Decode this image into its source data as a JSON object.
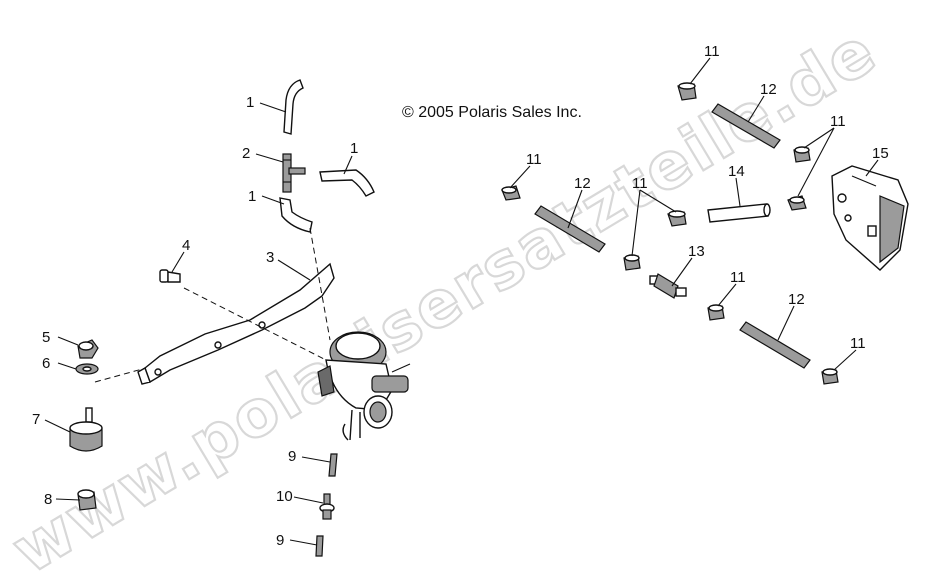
{
  "copyright": "© 2005 Polaris Sales Inc.",
  "watermark": "www.polarisersatzteile.de",
  "callouts": [
    {
      "id": "c1a",
      "label": "1"
    },
    {
      "id": "c1b",
      "label": "1"
    },
    {
      "id": "c1c",
      "label": "1"
    },
    {
      "id": "c2",
      "label": "2"
    },
    {
      "id": "c3",
      "label": "3"
    },
    {
      "id": "c4",
      "label": "4"
    },
    {
      "id": "c5",
      "label": "5"
    },
    {
      "id": "c6",
      "label": "6"
    },
    {
      "id": "c7",
      "label": "7"
    },
    {
      "id": "c8",
      "label": "8"
    },
    {
      "id": "c9a",
      "label": "9"
    },
    {
      "id": "c9b",
      "label": "9"
    },
    {
      "id": "c10",
      "label": "10"
    },
    {
      "id": "c11a",
      "label": "11"
    },
    {
      "id": "c11b",
      "label": "11"
    },
    {
      "id": "c11c",
      "label": "11"
    },
    {
      "id": "c11d",
      "label": "11"
    },
    {
      "id": "c11e",
      "label": "11"
    },
    {
      "id": "c11f",
      "label": "11"
    },
    {
      "id": "c12a",
      "label": "12"
    },
    {
      "id": "c12b",
      "label": "12"
    },
    {
      "id": "c12c",
      "label": "12"
    },
    {
      "id": "c13",
      "label": "13"
    },
    {
      "id": "c14",
      "label": "14"
    },
    {
      "id": "c15",
      "label": "15"
    }
  ]
}
